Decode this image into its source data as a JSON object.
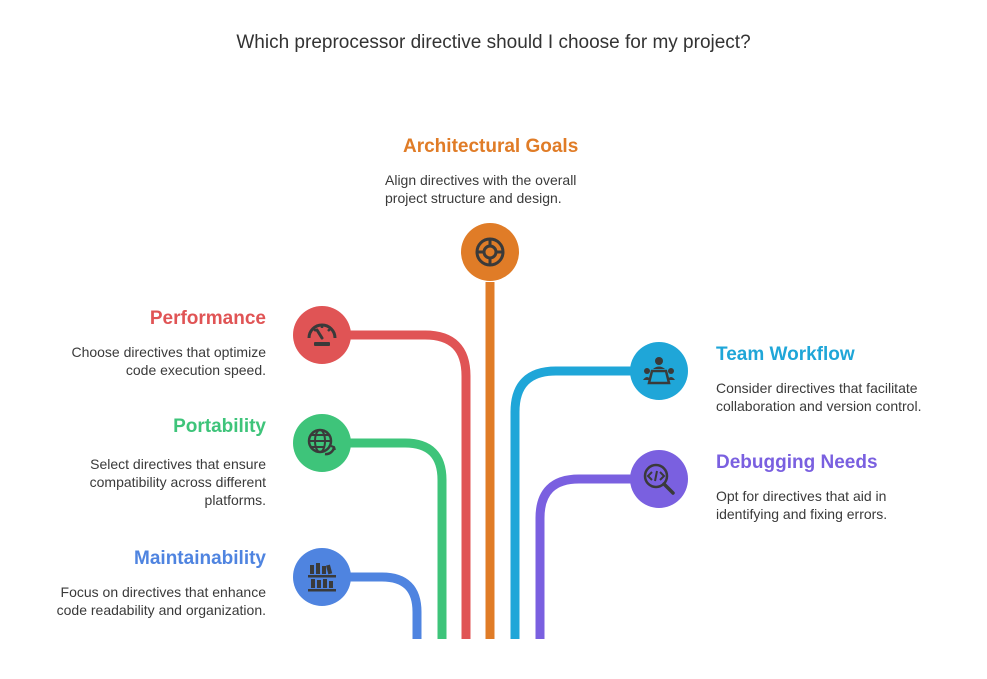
{
  "title": "Which preprocessor directive should I choose for my project?",
  "colors": {
    "architectural": "#e07c27",
    "performance": "#e05455",
    "portability": "#3ec47a",
    "maintainability": "#4f84e0",
    "team": "#1fa6d8",
    "debugging": "#7a60e0",
    "icon": "#3a3a3a"
  },
  "options": {
    "architectural": {
      "title": "Architectural Goals",
      "desc": [
        "Align directives with the overall",
        "project structure and design."
      ],
      "icon": "target-icon"
    },
    "performance": {
      "title": "Performance",
      "desc": [
        "Choose directives that optimize",
        "code execution speed."
      ],
      "icon": "speedometer-icon"
    },
    "portability": {
      "title": "Portability",
      "desc": [
        "Select directives that ensure",
        "compatibility across different",
        "platforms."
      ],
      "icon": "globe-icon"
    },
    "maintainability": {
      "title": "Maintainability",
      "desc": [
        "Focus on directives that enhance",
        "code readability and organization."
      ],
      "icon": "books-icon"
    },
    "team": {
      "title": "Team Workflow",
      "desc": [
        "Consider directives that facilitate",
        "collaboration and version control."
      ],
      "icon": "team-icon"
    },
    "debugging": {
      "title": "Debugging Needs",
      "desc": [
        "Opt for directives that aid in",
        "identifying and fixing errors."
      ],
      "icon": "code-search-icon"
    }
  }
}
